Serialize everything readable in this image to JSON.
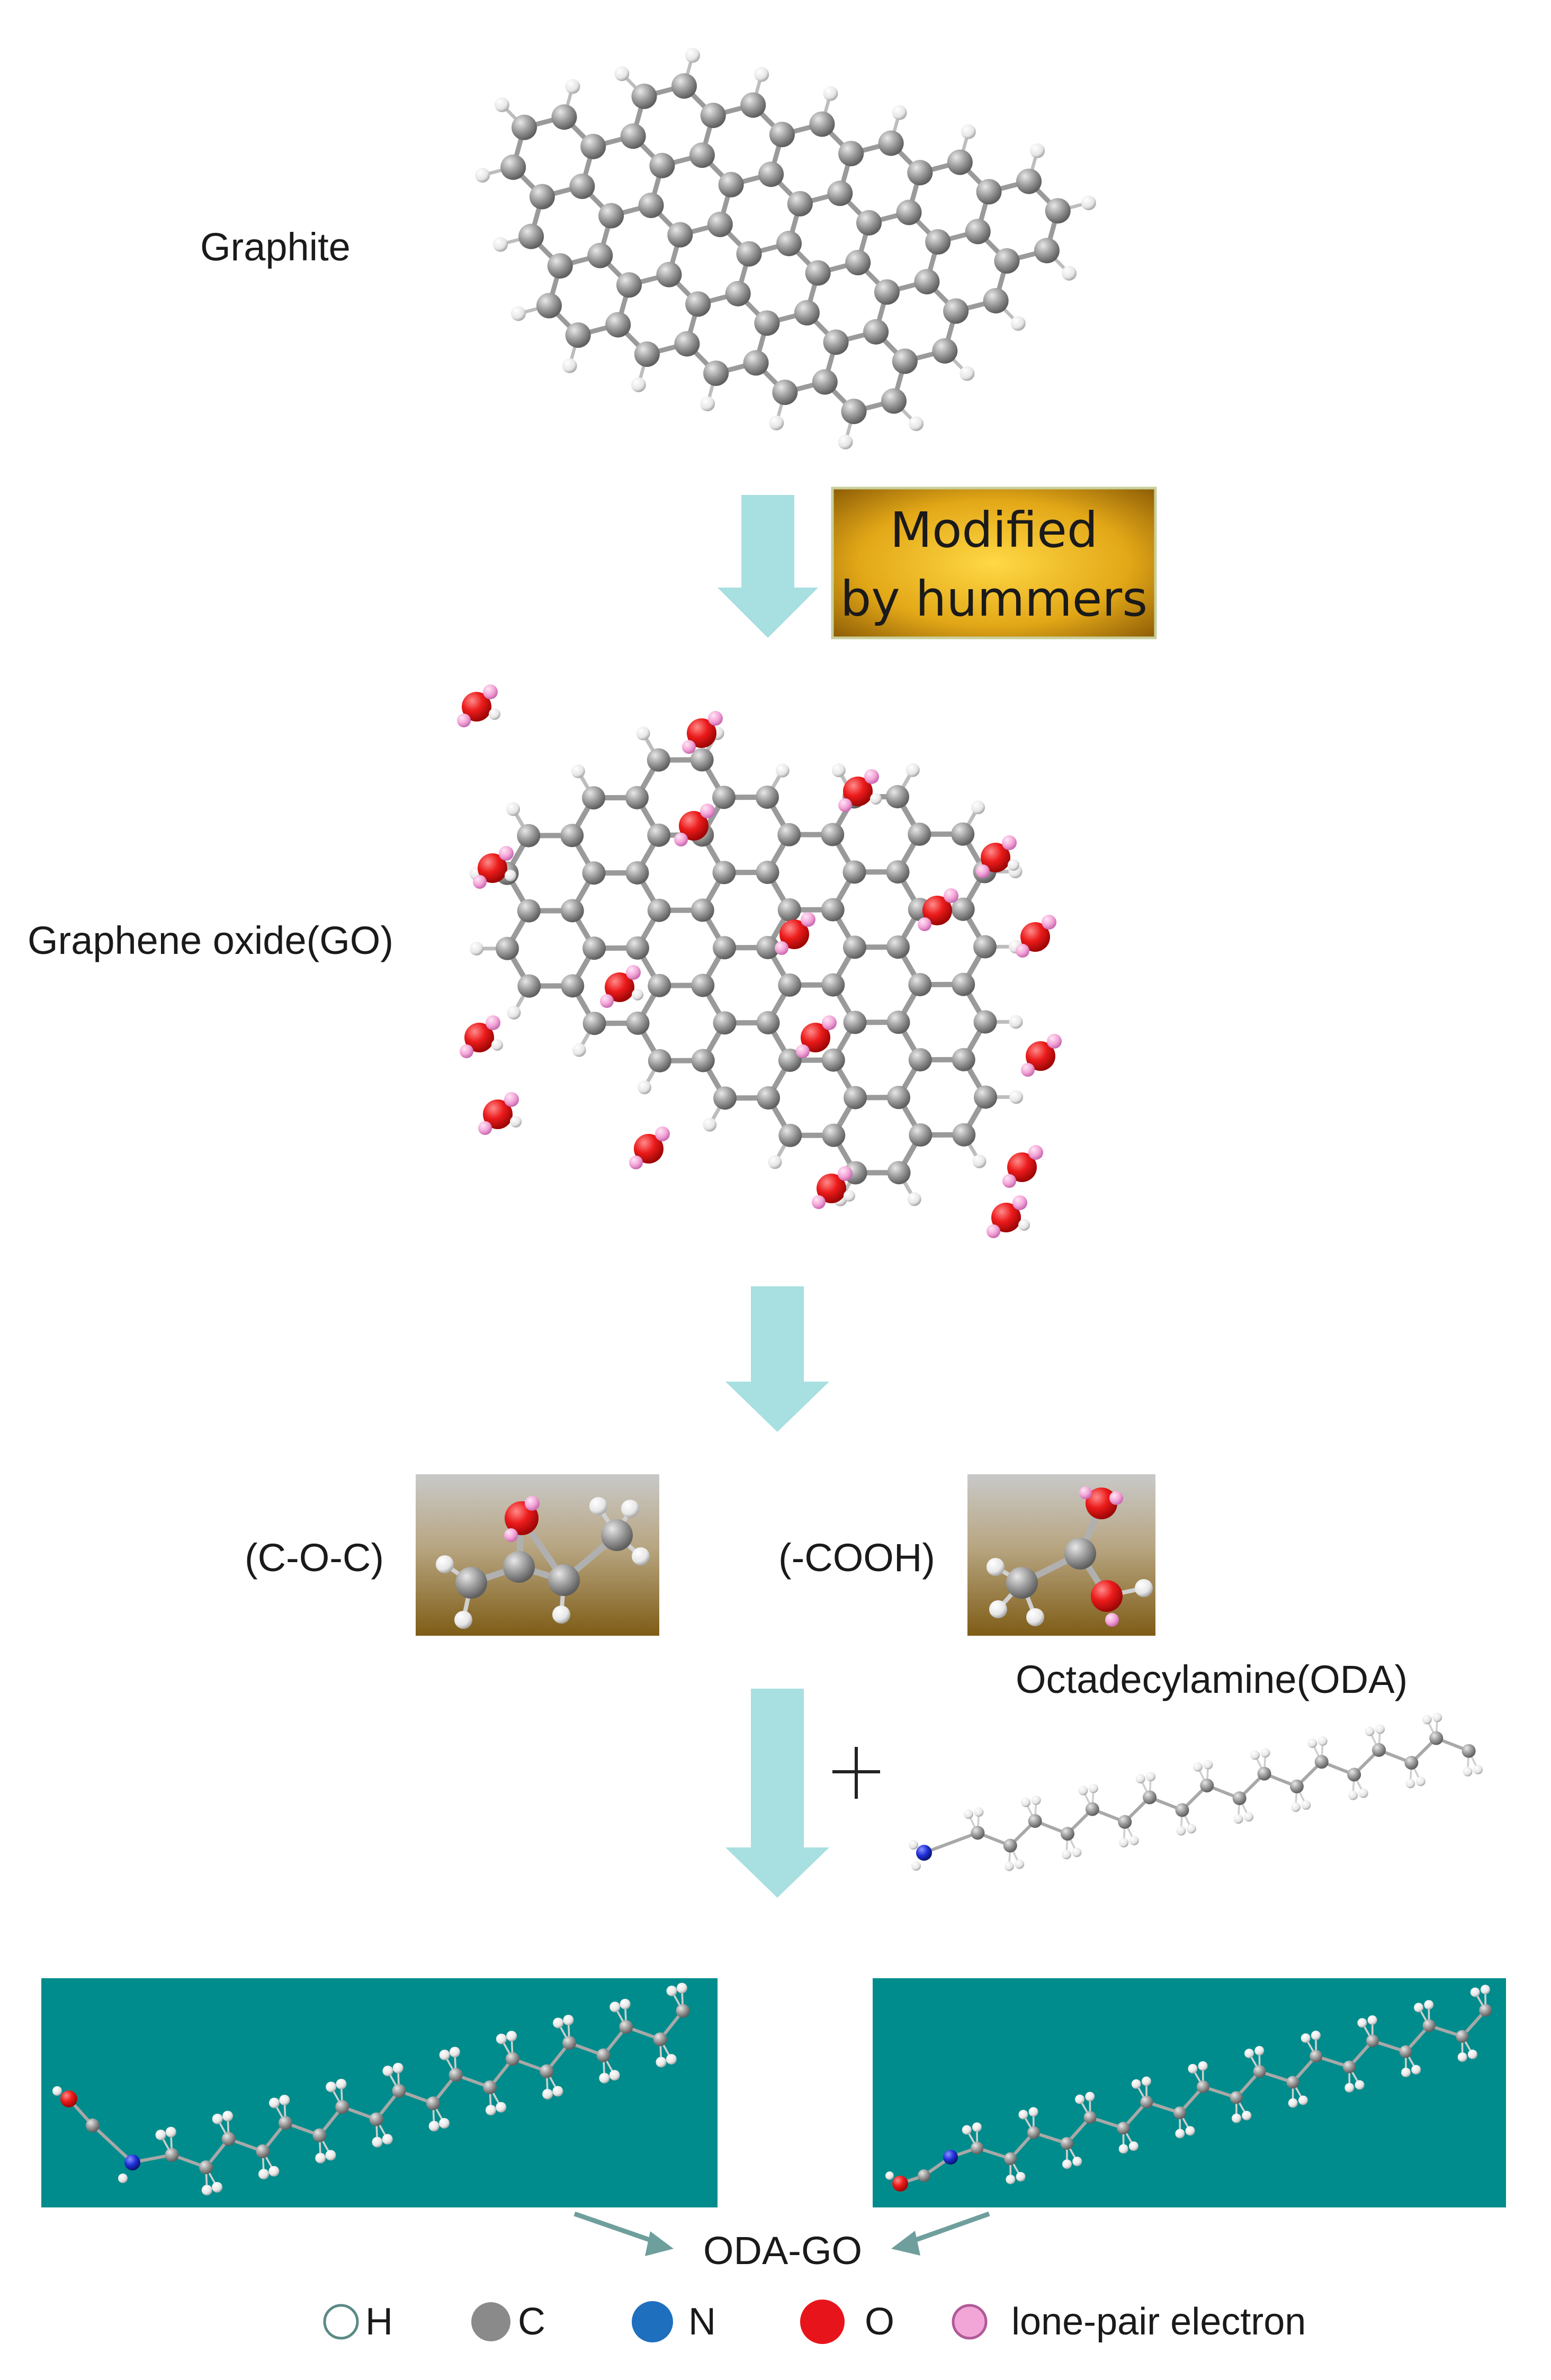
{
  "labels": {
    "graphite": "Graphite",
    "graphene_oxide": "Graphene oxide(GO)",
    "modified_line1": "Modified",
    "modified_line2": "by hummers",
    "coc": "(C-O-C)",
    "cooh": "(-COOH)",
    "oda": "Octadecylamine(ODA)",
    "plus": "+",
    "oda_go": "ODA-GO"
  },
  "legend": [
    {
      "symbol": "H",
      "label": "H",
      "color": "#ffffff",
      "stroke": "#5a8a86"
    },
    {
      "symbol": "C",
      "label": "C",
      "color": "#8a8a8a",
      "stroke": "#8a8a8a"
    },
    {
      "symbol": "N",
      "label": "N",
      "color": "#1f6fbf",
      "stroke": "#1f6fbf"
    },
    {
      "symbol": "O",
      "label": "O",
      "color": "#e8141b",
      "stroke": "#e8141b"
    },
    {
      "symbol": "lp",
      "label": "lone-pair electron",
      "color": "#f2a6d8",
      "stroke": "#b05a98"
    }
  ],
  "colors": {
    "arrow": "#a8dfe0",
    "teal_panel": "#008c8c",
    "hummers_box_center": "#f3c21f",
    "hummers_box_edge": "#9a6a08",
    "carbon": "#8f8f8f",
    "hydrogen": "#f4f4f4",
    "oxygen": "#e8141b",
    "nitrogen": "#1a2ad0",
    "lone_pair": "#f2a6d8"
  }
}
